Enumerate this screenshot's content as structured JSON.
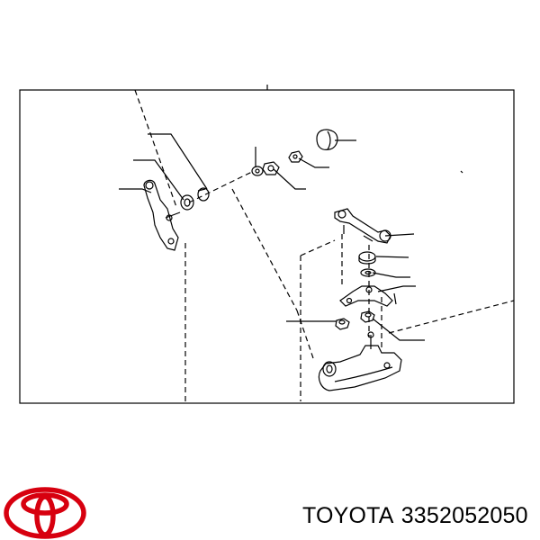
{
  "diagram": {
    "kind": "exploded parts diagram",
    "subject": "shift linkage assembly",
    "line_color": "#000000"
  },
  "brand": {
    "logo_icon": "toyota-logo-icon",
    "logo_color": "#d7000f",
    "name": "TOYOTA",
    "part_number": "3352052050"
  }
}
